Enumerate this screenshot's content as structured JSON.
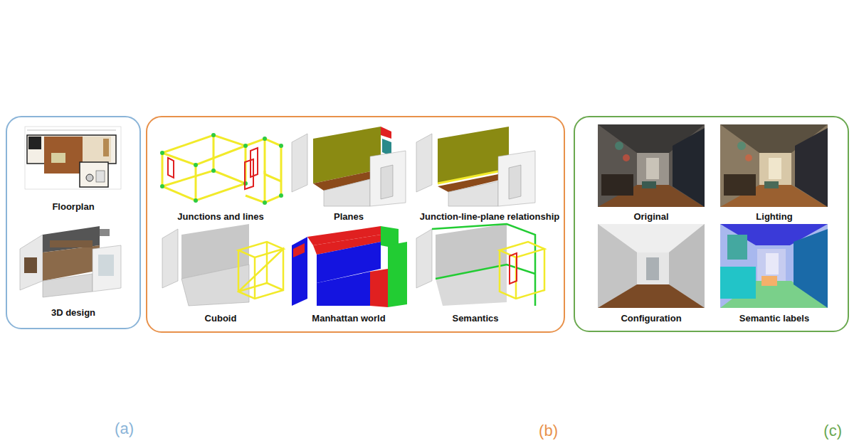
{
  "diagram": {
    "nodes": [
      {
        "text": [
          "(a)"
        ]
      },
      {
        "text": [
          "(b)"
        ]
      },
      {
        "text": [
          "(c)"
        ]
      }
    ],
    "labels": [
      "Floorplan",
      "3D design",
      "Junctions and lines",
      "Planes",
      "Junction-line-plane relationship",
      "Cuboid",
      "Manhattan world",
      "Semantics",
      "Original",
      "Lighting",
      "Configuration",
      "Semantic labels"
    ]
  }
}
